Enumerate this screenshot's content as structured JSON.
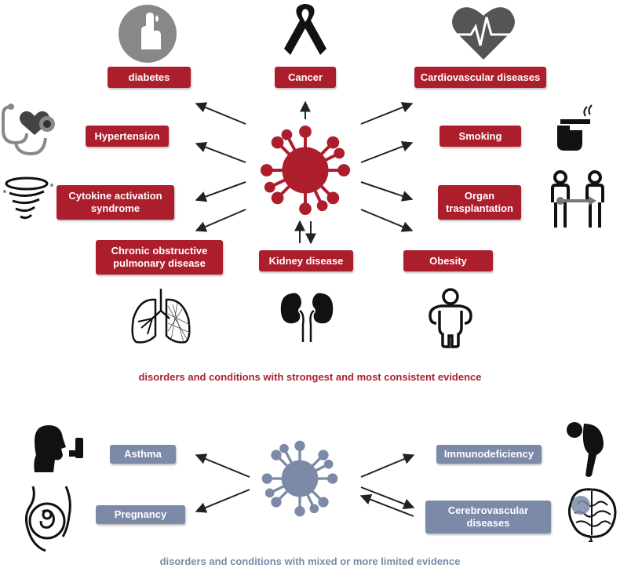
{
  "strong": {
    "labels": {
      "diabetes": "diabetes",
      "cancer": "Cancer",
      "cardiovascular": "Cardiovascular diseases",
      "hypertension": "Hypertension",
      "smoking": "Smoking",
      "cytokine": "Cytokine activation syndrome",
      "organ": "Organ trasplantation",
      "copd": "Chronic obstructive pulmonary disease",
      "kidney": "Kidney disease",
      "obesity": "Obesity"
    },
    "caption": "disorders and conditions with strongest and most consistent evidence"
  },
  "limited": {
    "labels": {
      "asthma": "Asthma",
      "pregnancy": "Pregnancy",
      "immuno": "Immunodeficiency",
      "cerebro": "Cerebrovascular diseases"
    },
    "caption": "disorders and conditions with mixed or more limited evidence"
  },
  "colors": {
    "strong": "#ad1e2d",
    "limited": "#7c8aa7",
    "icon": "#111111",
    "icon_gray": "#8a8a8a"
  },
  "icons": [
    "finger-prick-icon",
    "ribbon-icon",
    "heart-ecg-icon",
    "stethoscope-heart-icon",
    "cigarette-hand-icon",
    "tornado-icon",
    "organ-transfer-icon",
    "lungs-icon",
    "kidneys-icon",
    "person-icon",
    "inhaler-person-icon",
    "pregnancy-icon",
    "hunched-person-icon",
    "brain-icon",
    "virus-icon"
  ]
}
